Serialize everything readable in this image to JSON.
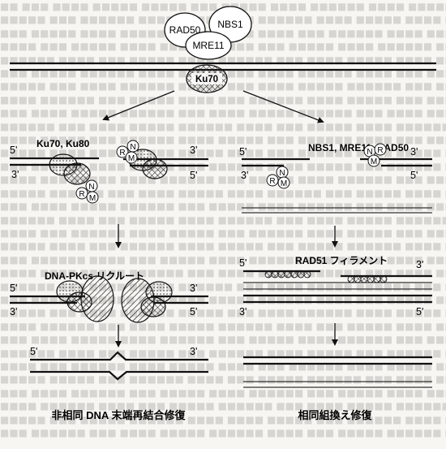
{
  "proteins": {
    "rad50": "RAD50",
    "nbs1": "NBS1",
    "mre11": "MRE11",
    "ku70": "Ku70",
    "ku_pair": "Ku70, Ku80",
    "nmr_pair": "NBS1, MRE11, RAD50",
    "r": "R",
    "n": "N",
    "m": "M"
  },
  "steps": {
    "dnapkcs": "DNA-PKcs リクルート",
    "rad51": "RAD51 フィラメント"
  },
  "ends": {
    "five": "5'",
    "three": "3'"
  },
  "results": {
    "nhej": "非相同 DNA 末端再結合修復",
    "hr": "相同組換え修復"
  }
}
